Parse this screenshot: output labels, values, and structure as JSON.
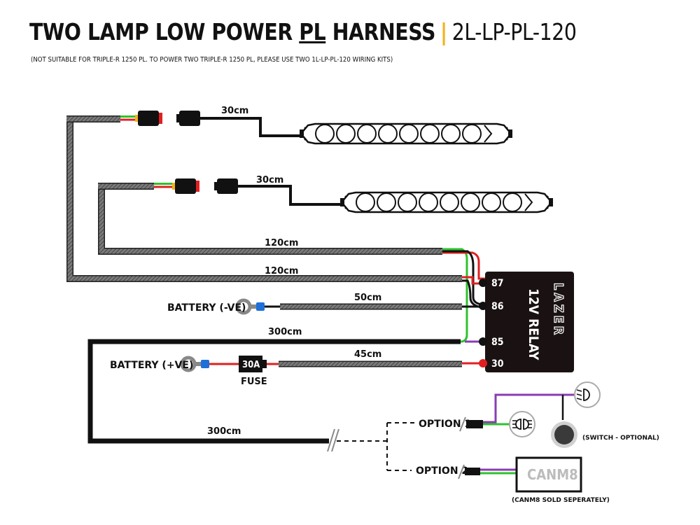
{
  "header": {
    "title_main": "TWO LAMP LOW POWER",
    "title_pl": "PL",
    "title_tail": "HARNESS",
    "separator": "|",
    "part_code": "2L-LP-PL-120",
    "subtitle": "(NOT SUITABLE FOR TRIPLE-R 1250 PL. TO POWER TWO TRIPLE-R 1250 PL, PLEASE USE TWO 1L-LP-PL-120 WIRING KITS)"
  },
  "cables": {
    "lamp1_lead": "30cm",
    "lamp2_lead": "30cm",
    "lamp2_main": "120cm",
    "lamp1_main": "120cm",
    "battery_neg": "50cm",
    "switch_feed": "300cm",
    "battery_pos": "45cm",
    "switch_extension": "300cm"
  },
  "relay": {
    "brand": "LAZER",
    "name": "12V RELAY",
    "pins": [
      "87",
      "86",
      "85",
      "30"
    ]
  },
  "battery": {
    "negative_label": "BATTERY (-VE)",
    "positive_label": "BATTERY (+VE)"
  },
  "fuse": {
    "rating": "30A",
    "label": "FUSE"
  },
  "options": {
    "option1": "OPTION 1",
    "option2": "OPTION 2",
    "switch_note": "(SWITCH - OPTIONAL)",
    "canm8_label": "CANM8",
    "canm8_note": "(CANM8 SOLD SEPERATELY)"
  },
  "colors": {
    "accent": "#f0b41e",
    "red_wire": "#e02020",
    "green_wire": "#2ec22e",
    "purple_wire": "#8a3cb0",
    "blue_terminal": "#1e6fd8",
    "relay_body": "#1a1212",
    "sheath": "#6e6e6e"
  },
  "icons": {
    "dipped_beam": "low-beam-icon",
    "main_beam": "high-beam-icon",
    "switch": "push-switch-icon",
    "ring_terminal": "ring-terminal-icon"
  }
}
